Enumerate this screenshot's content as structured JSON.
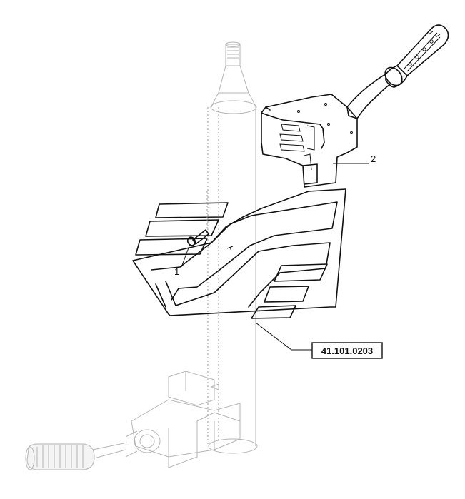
{
  "callouts": {
    "part_1": "1",
    "part_2": "2",
    "reference": "41.101.0203"
  },
  "colors": {
    "ink": "#111111",
    "ghost": "#b5b5b5",
    "background": "#ffffff"
  }
}
